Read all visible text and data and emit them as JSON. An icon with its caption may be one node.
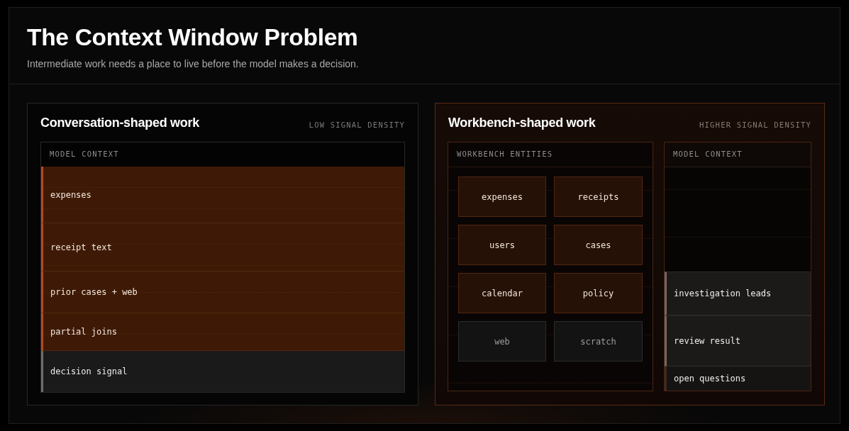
{
  "diagram": {
    "title": "The Context Window Problem",
    "caption": "Intermediate work needs a place to live before the model makes a decision.",
    "nodes": [
      {
        "text": [
          "Conversation-shaped work",
          "LOW SIGNAL DENSITY"
        ]
      },
      {
        "text": [
          "MODEL CONTEXT"
        ],
        "in": 0
      },
      {
        "text": [
          "expenses"
        ],
        "in": 1
      },
      {
        "text": [
          "receipt text"
        ],
        "in": 1
      },
      {
        "text": [
          "prior cases + web"
        ],
        "in": 1
      },
      {
        "text": [
          "partial joins"
        ],
        "in": 1
      },
      {
        "text": [
          "decision signal"
        ],
        "in": 1
      },
      {
        "text": [
          "Workbench-shaped work",
          "HIGHER SIGNAL DENSITY"
        ]
      },
      {
        "text": [
          "WORKBENCH ENTITIES"
        ],
        "in": 7
      },
      {
        "text": [
          "expenses"
        ],
        "in": 8
      },
      {
        "text": [
          "receipts"
        ],
        "in": 8
      },
      {
        "text": [
          "users"
        ],
        "in": 8
      },
      {
        "text": [
          "cases"
        ],
        "in": 8
      },
      {
        "text": [
          "calendar"
        ],
        "in": 8
      },
      {
        "text": [
          "policy"
        ],
        "in": 8
      },
      {
        "text": [
          "web"
        ],
        "in": 8
      },
      {
        "text": [
          "scratch"
        ],
        "in": 8
      },
      {
        "text": [
          "MODEL CONTEXT"
        ],
        "in": 7
      },
      {
        "text": [
          "investigation leads"
        ],
        "in": 17
      },
      {
        "text": [
          "review result"
        ],
        "in": 17
      },
      {
        "text": [
          "open questions"
        ],
        "in": 17
      }
    ]
  }
}
